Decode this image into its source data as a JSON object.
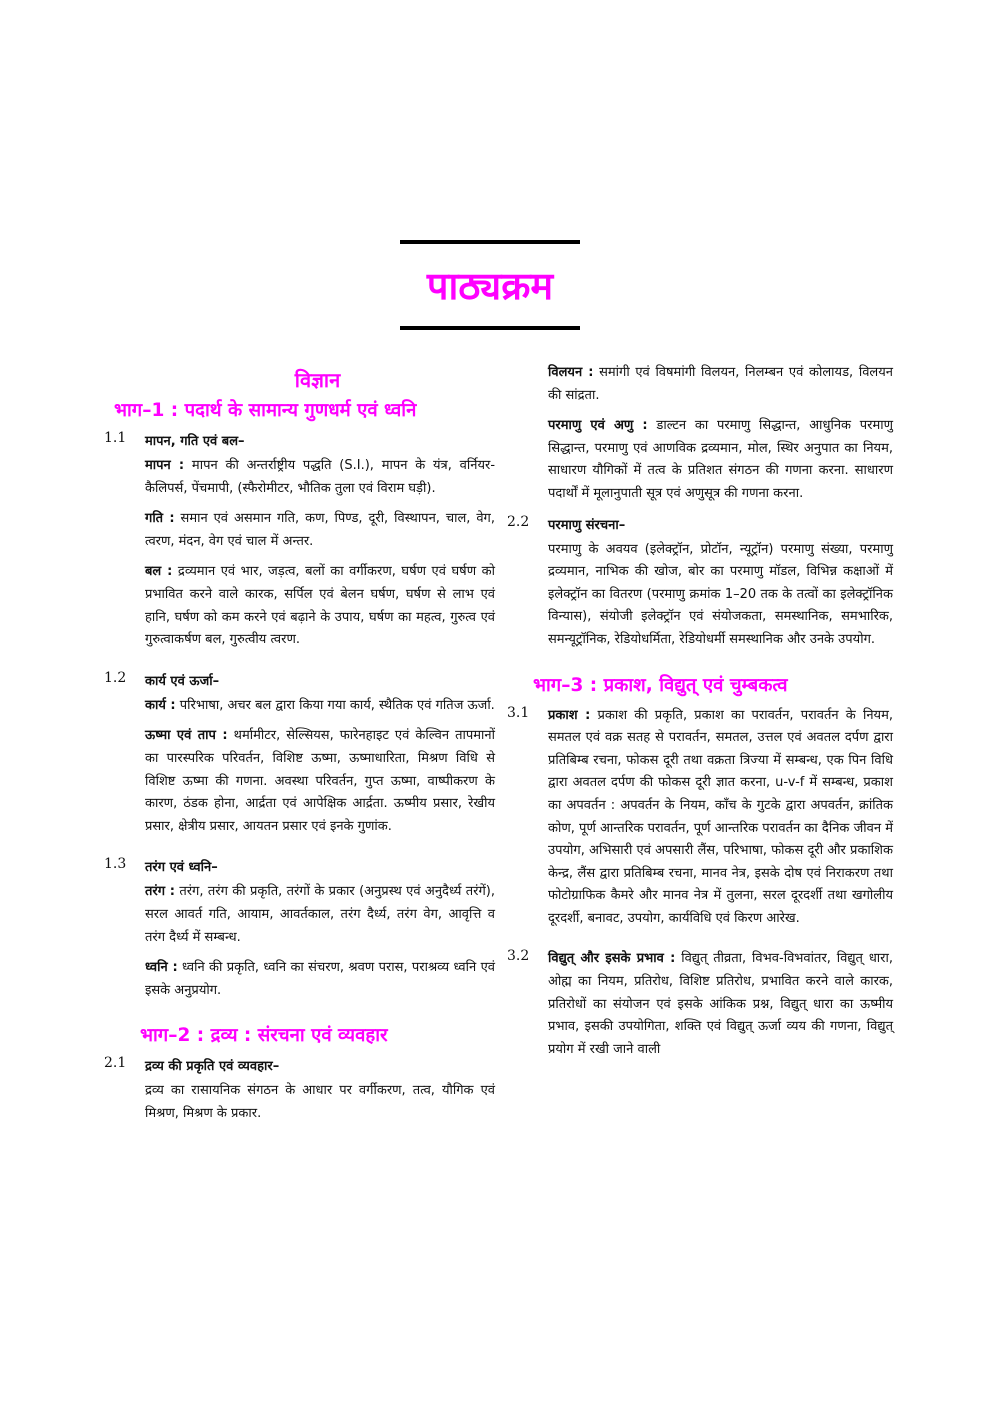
{
  "page": {
    "title": "पाठ्यक्रम",
    "accent_color": "#ff00ff"
  },
  "left_column": {
    "subject_heading": "विज्ञान",
    "part1": {
      "heading": "भाग–1 : पदार्थ के सामान्य गुणधर्म एवं ध्वनि",
      "sections": [
        {
          "number": "1.1",
          "title": "मापन, गति एवं बल–",
          "paragraphs": [
            {
              "term": "मापन :",
              "text": " मापन की अन्तर्राष्ट्रीय पद्धति (S.I.), मापन के यंत्र, वर्नियर-कैलिपर्स, पेंचमापी, (स्फैरोमीटर, भौतिक तुला एवं विराम घड़ी)."
            },
            {
              "term": "गति :",
              "text": " समान एवं असमान गति, कण, पिण्ड, दूरी, विस्थापन, चाल, वेग, त्वरण, मंदन, वेग एवं चाल में अन्तर."
            },
            {
              "term": "बल :",
              "text": " द्रव्यमान एवं भार, जड़त्व, बलों का वर्गीकरण, घर्षण एवं घर्षण को प्रभावित करने वाले कारक, सर्पिल एवं बेलन घर्षण, घर्षण से लाभ एवं हानि, घर्षण को कम करने एवं बढ़ाने के उपाय, घर्षण का महत्व, गुरुत्व एवं गुरुत्वाकर्षण बल, गुरुत्वीय त्वरण."
            }
          ]
        },
        {
          "number": "1.2",
          "title": "कार्य एवं ऊर्जा–",
          "paragraphs": [
            {
              "term": "कार्य :",
              "text": " परिभाषा, अचर बल द्वारा किया गया कार्य, स्थैतिक एवं गतिज ऊर्जा."
            },
            {
              "term": "ऊष्मा एवं ताप :",
              "text": " थर्मामीटर, सेल्सियस, फारेनहाइट एवं केल्विन तापमानों का पारस्परिक परिवर्तन, विशिष्ट ऊष्मा, ऊष्माधारिता, मिश्रण विधि से विशिष्ट ऊष्मा की गणना. अवस्था परिवर्तन, गुप्त ऊष्मा, वाष्पीकरण के कारण, ठंडक होना, आर्द्रता एवं आपेक्षिक आर्द्रता. ऊष्मीय प्रसार, रेखीय प्रसार, क्षेत्रीय प्रसार, आयतन प्रसार एवं इनके गुणांक."
            }
          ]
        },
        {
          "number": "1.3",
          "title": "तरंग एवं ध्वनि–",
          "paragraphs": [
            {
              "term": "तरंग :",
              "text": " तरंग, तरंग की प्रकृति, तरंगों के प्रकार (अनुप्रस्थ एवं अनुदैर्ध्य तरंगें), सरल आवर्त गति, आयाम, आवर्तकाल, तरंग दैर्ध्य, तरंग वेग, आवृत्ति व तरंग दैर्ध्य में सम्बन्ध."
            },
            {
              "term": "ध्वनि :",
              "text": " ध्वनि की प्रकृति, ध्वनि का संचरण, श्रवण परास, पराश्रव्य ध्वनि एवं इसके अनुप्रयोग."
            }
          ]
        }
      ]
    },
    "part2": {
      "heading": "भाग–2 : द्रव्य : संरचना एवं व्यवहार",
      "sections": [
        {
          "number": "2.1",
          "title": "द्रव्य की प्रकृति एवं व्यवहार–",
          "paragraphs": [
            {
              "term": "",
              "text": "द्रव्य का रासायनिक संगठन के आधार पर वर्गीकरण, तत्व, यौगिक एवं मिश्रण, मिश्रण के प्रकार."
            }
          ]
        }
      ]
    }
  },
  "right_column": {
    "continued_paragraphs": [
      {
        "term": "विलयन :",
        "text": " समांगी एवं विषमांगी विलयन, निलम्बन एवं कोलायड, विलयन की सांद्रता."
      },
      {
        "term": "परमाणु एवं अणु :",
        "text": " डाल्टन का परमाणु सिद्धान्त, आधुनिक परमाणु सिद्धान्त, परमाणु एवं आणविक द्रव्यमान, मोल, स्थिर अनुपात का नियम, साधारण यौगिकों में तत्व के प्रतिशत संगठन की गणना करना. साधारण पदार्थों में मूलानुपाती सूत्र एवं अणुसूत्र की गणना करना."
      }
    ],
    "section_2_2": {
      "number": "2.2",
      "title": "परमाणु संरचना–",
      "text": "परमाणु के अवयव (इलेक्ट्रॉन, प्रोटॉन, न्यूट्रॉन) परमाणु संख्या, परमाणु द्रव्यमान, नाभिक की खोज, बोर का परमाणु मॉडल, विभिन्न कक्षाओं में इलेक्ट्रॉन का वितरण (परमाणु क्रमांक 1–20 तक के तत्वों का इलेक्ट्रॉनिक विन्यास), संयोजी इलेक्ट्रॉन एवं संयोजकता, समस्थानिक, समभारिक, समन्यूट्रॉनिक, रेडियोधर्मिता, रेडियोधर्मी समस्थानिक और उनके उपयोग."
    },
    "part3": {
      "heading": "भाग–3 : प्रकाश, विद्युत् एवं चुम्बकत्व",
      "sections": [
        {
          "number": "3.1",
          "term": "प्रकाश :",
          "text": " प्रकाश की प्रकृति, प्रकाश का परावर्तन, परावर्तन के नियम, समतल एवं वक्र सतह से परावर्तन, समतल, उत्तल एवं अवतल दर्पण द्वारा प्रतिबिम्ब रचना, फोकस दूरी तथा वक्रता त्रिज्या में सम्बन्ध, एक पिन विधि द्वारा अवतल दर्पण की फोकस दूरी ज्ञात करना, u-v-f में सम्बन्ध, प्रकाश का अपवर्तन : अपवर्तन के नियम, काँच के गुटके द्वारा अपवर्तन, क्रांतिक कोण, पूर्ण आन्तरिक परावर्तन, पूर्ण आन्तरिक परावर्तन का दैनिक जीवन में उपयोग, अभिसारी एवं अपसारी लैंस, परिभाषा, फोकस दूरी और प्रकाशिक केन्द्र, लैंस द्वारा प्रतिबिम्ब रचना, मानव नेत्र, इसके दोष एवं निराकरण तथा फोटोग्राफिक कैमरे और मानव नेत्र में तुलना, सरल दूरदर्शी तथा खगोलीय दूरदर्शी, बनावट, उपयोग, कार्यविधि एवं किरण आरेख."
        },
        {
          "number": "3.2",
          "term": "विद्युत् और इसके प्रभाव :",
          "text": " विद्युत् तीव्रता, विभव-विभवांतर, विद्युत् धारा, ओह्म का नियम, प्रतिरोध, विशिष्ट प्रतिरोध, प्रभावित करने वाले कारक, प्रतिरोधों का संयोजन एवं इसके आंकिक प्रश्न, विद्युत् धारा का ऊष्मीय प्रभाव, इसकी उपयोगिता, शक्ति एवं विद्युत् ऊर्जा व्यय की गणना, विद्युत् प्रयोग में रखी जाने वाली"
        }
      ]
    }
  }
}
